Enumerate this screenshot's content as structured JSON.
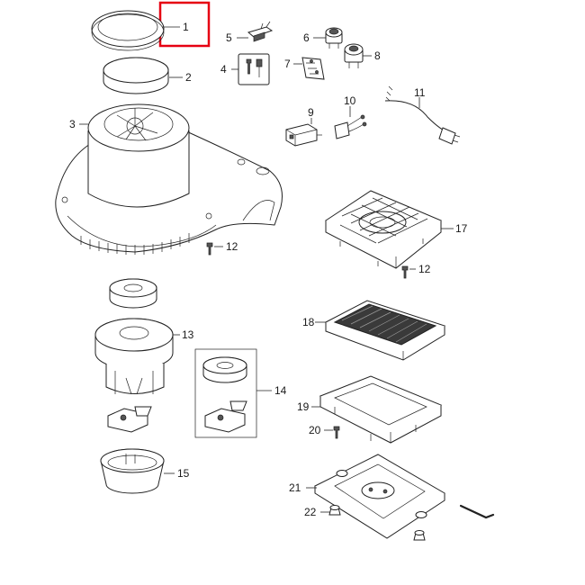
{
  "diagram": {
    "labels": {
      "p1": "1",
      "p2": "2",
      "p3": "3",
      "p4": "4",
      "p5": "5",
      "p6": "6",
      "p7": "7",
      "p8": "8",
      "p9": "9",
      "p10": "10",
      "p11": "11",
      "p12a": "12",
      "p12b": "12",
      "p13": "13",
      "p14": "14",
      "p15": "15",
      "p17": "17",
      "p18": "18",
      "p19": "19",
      "p20": "20",
      "p21": "21",
      "p22": "22"
    },
    "highlight_color": "#e60012",
    "highlighted_part": "1"
  }
}
